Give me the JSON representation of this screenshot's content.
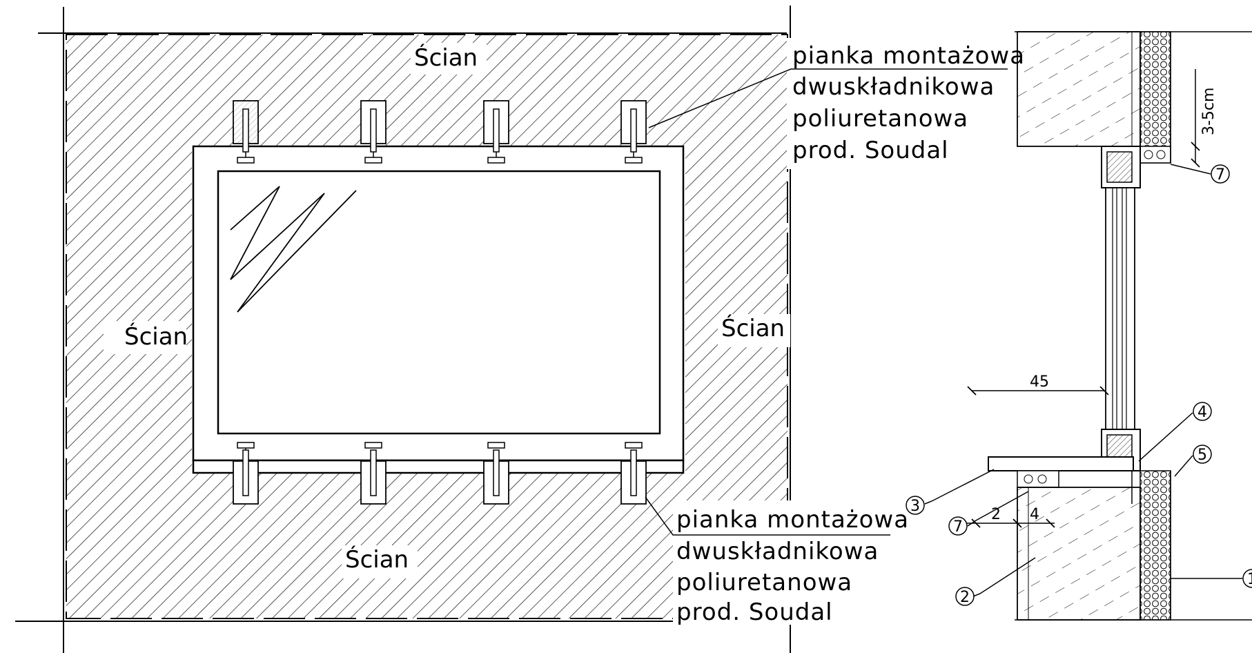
{
  "wall_label": "Ścian",
  "note_top": [
    "pianka montażowa",
    "dwuskładnikowa",
    "poliuretanowa",
    "prod. Soudal"
  ],
  "note_bottom": [
    "pianka montażowa",
    "dwuskładnikowa",
    "poliuretanowa",
    "prod. Soudal"
  ],
  "dims": {
    "d45": "45",
    "d2": "2",
    "d4": "4",
    "d35": "3-5cm"
  },
  "callouts": {
    "c7": "7",
    "c4": "4",
    "c5": "5",
    "c3": "3",
    "c2": "2",
    "c1": "1"
  }
}
